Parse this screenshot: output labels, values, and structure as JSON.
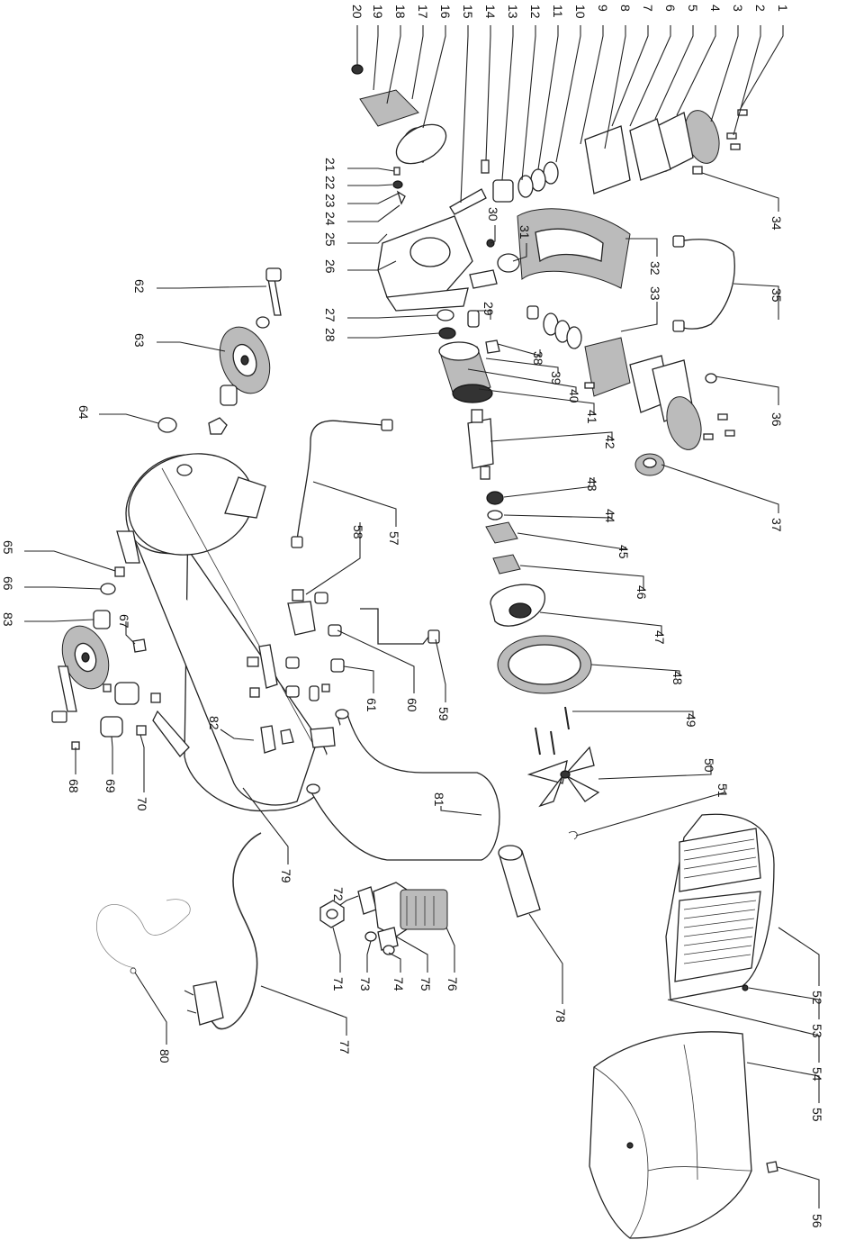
{
  "diagram": {
    "callouts": [
      "1",
      "2",
      "3",
      "4",
      "5",
      "6",
      "7",
      "8",
      "9",
      "10",
      "11",
      "12",
      "13",
      "14",
      "15",
      "16",
      "17",
      "18",
      "19",
      "20",
      "21",
      "22",
      "23",
      "24",
      "25",
      "26",
      "27",
      "28",
      "29",
      "30",
      "31",
      "32",
      "33",
      "34",
      "35",
      "36",
      "37",
      "38",
      "39",
      "40",
      "41",
      "42",
      "43",
      "44",
      "45",
      "46",
      "47",
      "48",
      "49",
      "50",
      "51",
      "52",
      "53",
      "54",
      "55",
      "56",
      "57",
      "58",
      "59",
      "60",
      "61",
      "62",
      "63",
      "64",
      "65",
      "66",
      "67",
      "68",
      "69",
      "70",
      "71",
      "72",
      "73",
      "74",
      "75",
      "76",
      "77",
      "78",
      "79",
      "80",
      "81",
      "82",
      "83"
    ]
  }
}
